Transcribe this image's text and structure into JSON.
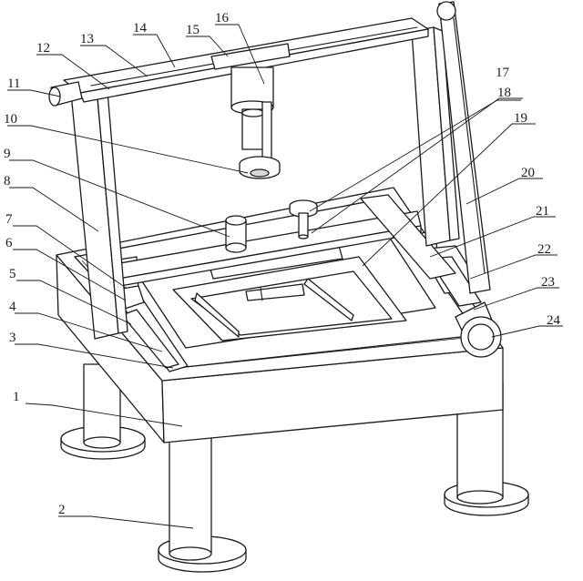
{
  "figure": {
    "callouts": [
      {
        "number": "1"
      },
      {
        "number": "2"
      },
      {
        "number": "3"
      },
      {
        "number": "4"
      },
      {
        "number": "5"
      },
      {
        "number": "6"
      },
      {
        "number": "7"
      },
      {
        "number": "8"
      },
      {
        "number": "9"
      },
      {
        "number": "10"
      },
      {
        "number": "11"
      },
      {
        "number": "12"
      },
      {
        "number": "13"
      },
      {
        "number": "14"
      },
      {
        "number": "15"
      },
      {
        "number": "16"
      },
      {
        "number": "17"
      },
      {
        "number": "18"
      },
      {
        "number": "19"
      },
      {
        "number": "20"
      },
      {
        "number": "21"
      },
      {
        "number": "22"
      },
      {
        "number": "23"
      },
      {
        "number": "24"
      }
    ]
  }
}
